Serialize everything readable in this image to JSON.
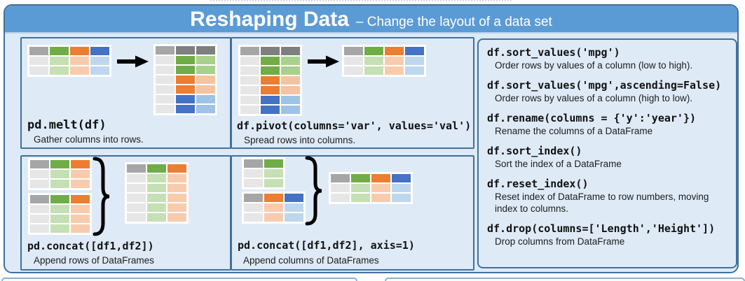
{
  "header": {
    "title": "Reshaping Data",
    "subtitle": "– Change the layout of a data set"
  },
  "palette": {
    "gray": "#A6A6A6",
    "dgray": "#7F7F7F",
    "green": "#70AD47",
    "orange": "#ED7D31",
    "blue": "#4472C4",
    "lgray": "#E7E6E6",
    "lgreen": "#C5E0B4",
    "lorange": "#F8CBAD",
    "lblue": "#BDD7EE",
    "mgreen": "#A9D18E",
    "morange": "#F6C3A2",
    "mblue": "#9DC3E6"
  },
  "quadrants": {
    "melt": {
      "code": "pd.melt(df)",
      "desc": "Gather columns into rows."
    },
    "pivot": {
      "code": "df.pivot(columns='var', values='val')",
      "desc": "Spread rows into columns."
    },
    "concat_rows": {
      "code": "pd.concat([df1,df2])",
      "desc": "Append rows of DataFrames"
    },
    "concat_cols": {
      "code": "pd.concat([df1,df2], axis=1)",
      "desc": "Append columns of DataFrames"
    }
  },
  "diagrams": {
    "wide_df": [
      [
        "gray",
        "green",
        "orange",
        "blue"
      ],
      [
        "lgray",
        "lgreen",
        "lorange",
        "lblue"
      ],
      [
        "lgray",
        "lgreen",
        "lorange",
        "lblue"
      ]
    ],
    "melted_df": [
      [
        "gray",
        "dgray",
        "dgray"
      ],
      [
        "lgray",
        "green",
        "mgreen"
      ],
      [
        "lgray",
        "green",
        "mgreen"
      ],
      [
        "lgray",
        "orange",
        "morange"
      ],
      [
        "lgray",
        "orange",
        "morange"
      ],
      [
        "lgray",
        "blue",
        "mblue"
      ],
      [
        "lgray",
        "blue",
        "mblue"
      ]
    ],
    "concat_rows": {
      "top": [
        [
          "gray",
          "green",
          "orange"
        ],
        [
          "lgray",
          "lgreen",
          "lorange"
        ],
        [
          "lgray",
          "lgreen",
          "lorange"
        ]
      ],
      "bottom": [
        [
          "gray",
          "green",
          "orange"
        ],
        [
          "lgray",
          "lgreen",
          "lorange"
        ],
        [
          "lgray",
          "lgreen",
          "lorange"
        ],
        [
          "lgray",
          "lgreen",
          "lorange"
        ]
      ],
      "result": [
        [
          "gray",
          "green",
          "orange"
        ],
        [
          "lgray",
          "lgreen",
          "lorange"
        ],
        [
          "lgray",
          "lgreen",
          "lorange"
        ],
        [
          "lgray",
          "lgreen",
          "lorange"
        ],
        [
          "lgray",
          "lgreen",
          "lorange"
        ],
        [
          "lgray",
          "lgreen",
          "lorange"
        ]
      ]
    },
    "concat_cols": {
      "top": [
        [
          "gray",
          "green"
        ],
        [
          "lgray",
          "lgreen"
        ],
        [
          "lgray",
          "lgreen"
        ]
      ],
      "bottom": [
        [
          "gray",
          "orange",
          "blue"
        ],
        [
          "lgray",
          "lorange",
          "lblue"
        ],
        [
          "lgray",
          "lorange",
          "lblue"
        ]
      ],
      "result": [
        [
          "gray",
          "green",
          "orange",
          "blue"
        ],
        [
          "lgray",
          "lgreen",
          "lorange",
          "lblue"
        ],
        [
          "lgray",
          "lgreen",
          "lorange",
          "lblue"
        ]
      ]
    }
  },
  "right_panel": {
    "items": [
      {
        "code": "df.sort_values('mpg')",
        "desc": "Order rows by values of a column (low to high)."
      },
      {
        "code": "df.sort_values('mpg',ascending=False)",
        "desc": "Order rows by values of a column (high to low)."
      },
      {
        "code": "df.rename(columns = {'y':'year'})",
        "desc": "Rename the columns of a DataFrame"
      },
      {
        "code": "df.sort_index()",
        "desc": "Sort the index of a DataFrame"
      },
      {
        "code": "df.reset_index()",
        "desc": "Reset index of DataFrame to row numbers, moving index to columns."
      },
      {
        "code": "df.drop(columns=['Length','Height'])",
        "desc": "Drop columns from DataFrame"
      }
    ]
  }
}
